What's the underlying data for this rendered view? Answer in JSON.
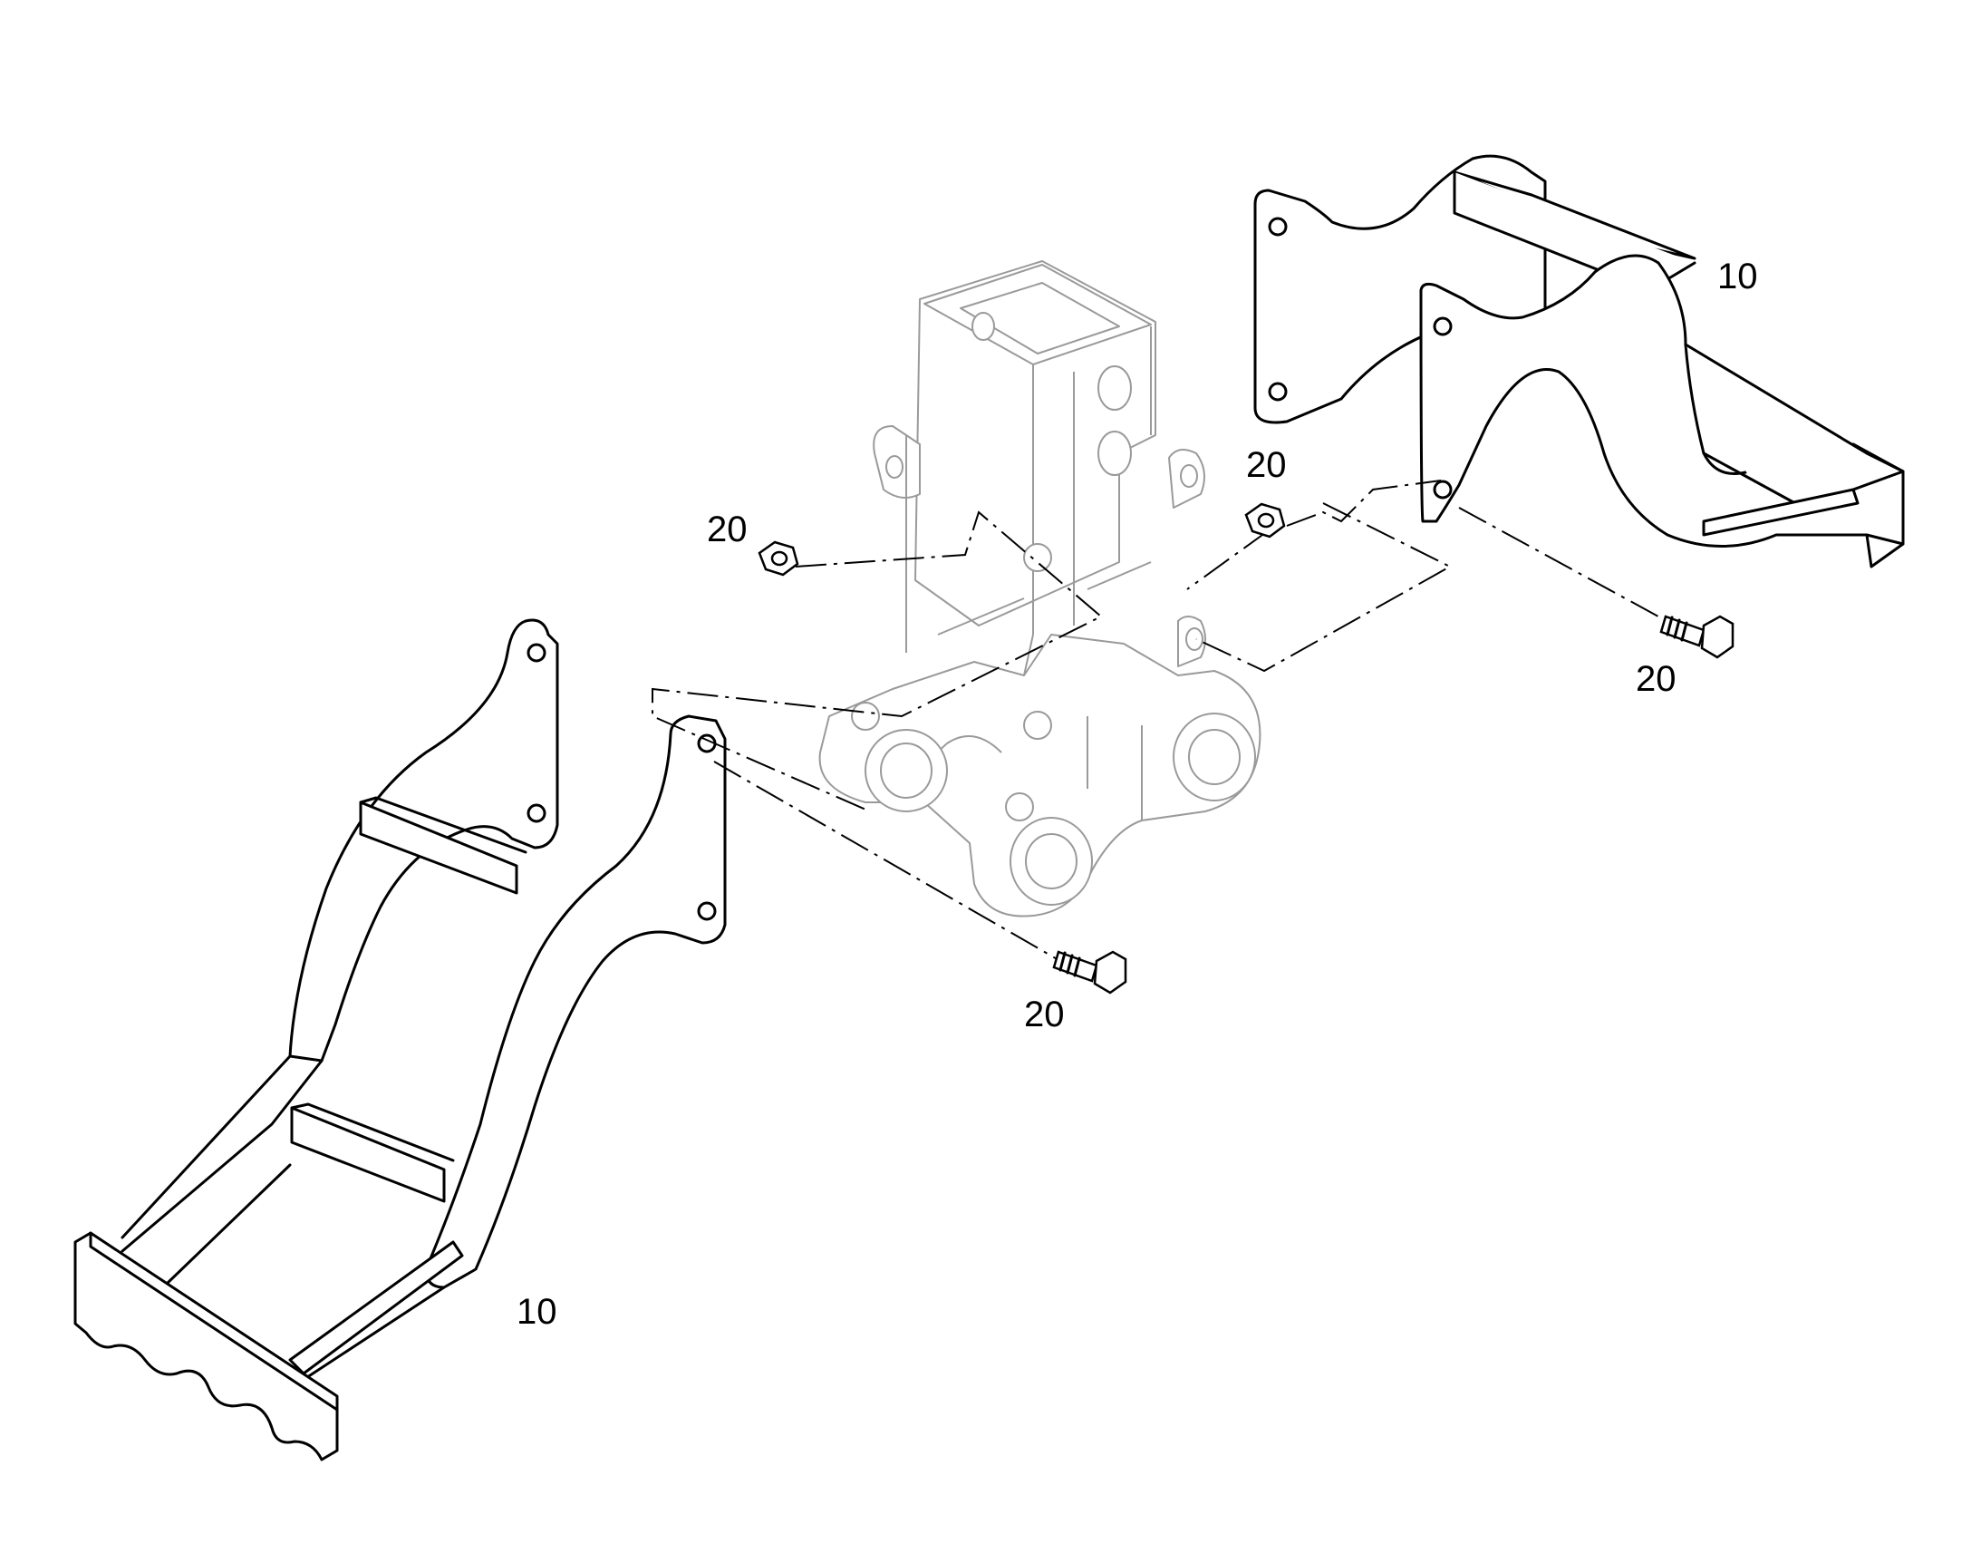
{
  "callouts": {
    "step_right": "10",
    "step_left": "10",
    "nut_upper_left": "20",
    "nut_upper_right": "20",
    "bolt_right": "20",
    "bolt_lower": "20"
  },
  "colors": {
    "line": "#000000",
    "ghost_line": "#9a9a9a",
    "background": "#ffffff"
  }
}
